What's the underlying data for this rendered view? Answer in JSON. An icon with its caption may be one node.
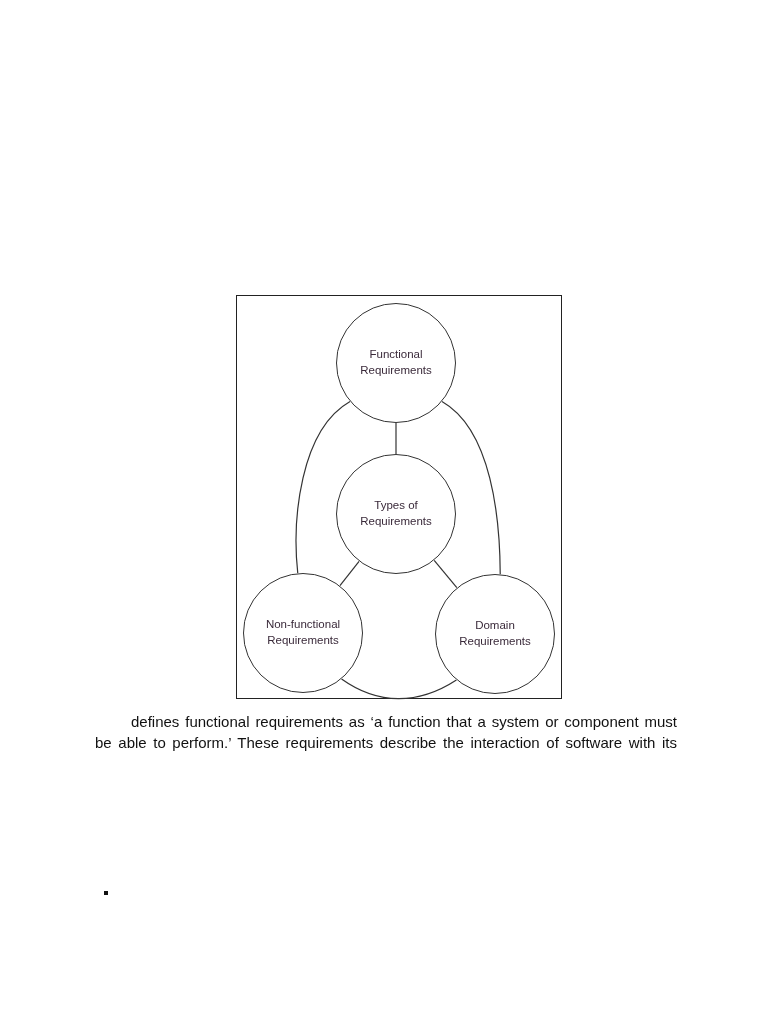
{
  "diagram": {
    "nodes": [
      {
        "text": [
          "Functional Requirements"
        ]
      },
      {
        "text": [
          "Types of Requirements"
        ]
      },
      {
        "text": [
          "Non-functional Requirements"
        ]
      },
      {
        "text": [
          "Domain Requirements"
        ]
      }
    ],
    "edges": [
      {
        "from": 0,
        "to": 1,
        "arrow": "none"
      },
      {
        "from": 1,
        "to": 2,
        "arrow": "none"
      },
      {
        "from": 1,
        "to": 3,
        "arrow": "none"
      },
      {
        "from": 0,
        "to": 2,
        "arrow": "none"
      },
      {
        "from": 0,
        "to": 3,
        "arrow": "none"
      },
      {
        "from": 2,
        "to": 3,
        "arrow": "none"
      }
    ],
    "labels": [
      "defines functional requirements as ‘a function that a system or component must be able to perform.’ These requirements describe the interaction of software with its"
    ]
  }
}
